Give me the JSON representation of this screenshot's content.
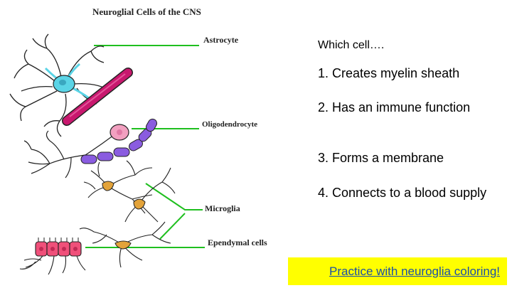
{
  "figure": {
    "title": "Neuroglial Cells of the CNS",
    "labels": {
      "astrocyte": "Astrocyte",
      "oligodendrocyte": "Oligodendrocyte",
      "microglia": "Microglia",
      "ependymal": "Ependymal cells"
    }
  },
  "questions": {
    "intro": "Which cell….",
    "items": [
      "1.  Creates myelin sheath",
      "2.  Has an immune function",
      "3.  Forms a membrane",
      "4.  Connects to a blood supply"
    ]
  },
  "link": {
    "label": "Practice with neuroglia coloring!"
  },
  "colors": {
    "label_lines": "#1fbf1f",
    "astrocyte": "#5ad4e6",
    "blood_vessel": "#c8186e",
    "oligodendrocyte_body": "#f2a0c0",
    "myelin": "#8a5ce0",
    "microglia": "#e3a33a",
    "ependymal": "#f0507a",
    "highlight": "#ffff00",
    "link": "#1a4fa8"
  }
}
